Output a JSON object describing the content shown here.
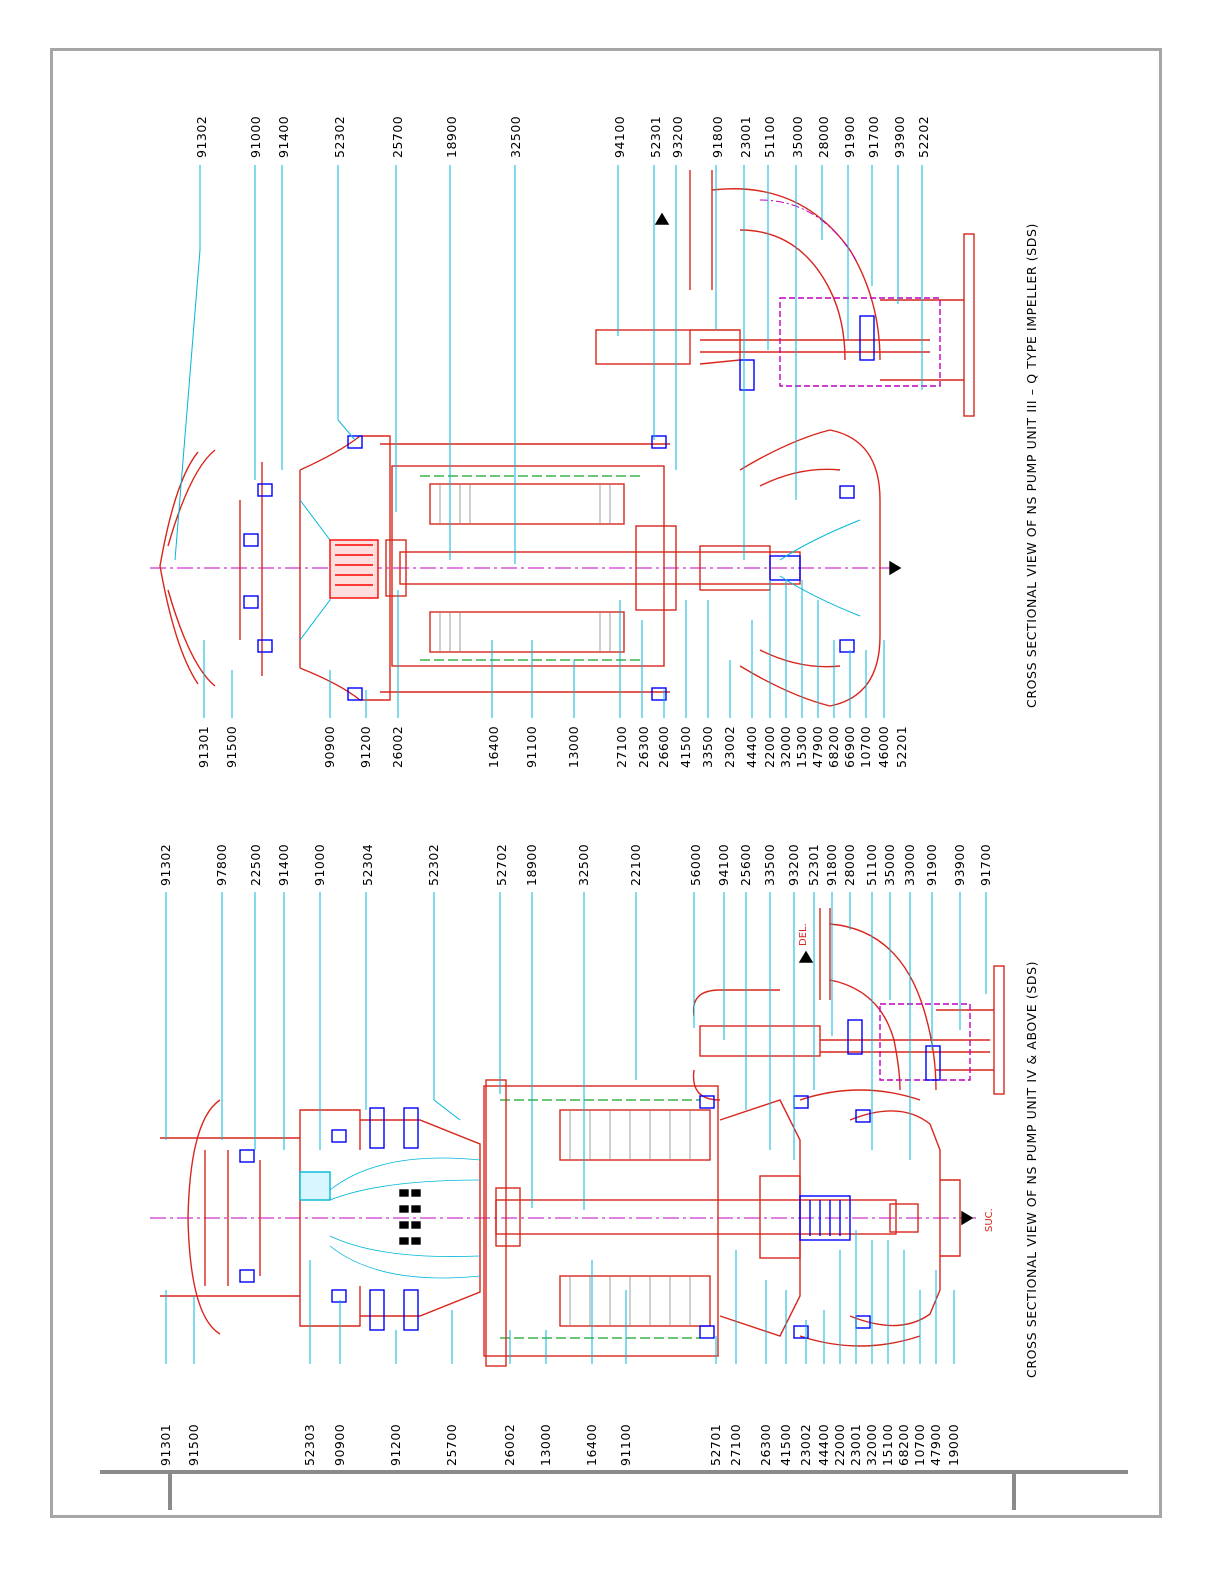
{
  "top_view": {
    "caption": "CROSS SECTIONAL VIEW OF NS PUMP UNIT III – Q TYPE IMPELLER (SDS)",
    "right_labels": [
      "91302",
      "91000",
      "91400",
      "52302",
      "25700",
      "18900",
      "32500",
      "94100",
      "52301",
      "93200",
      "91800",
      "23001",
      "51100",
      "35000",
      "28000",
      "91900",
      "91700",
      "93900",
      "52202"
    ],
    "left_labels": [
      "91301",
      "91500",
      "90900",
      "91200",
      "26002",
      "16400",
      "91100",
      "13000",
      "27100",
      "26300",
      "26600",
      "41500",
      "33500",
      "23002",
      "44400",
      "22000",
      "32000",
      "15300",
      "47900",
      "68200",
      "66900",
      "10700",
      "46000",
      "52201"
    ]
  },
  "bottom_view": {
    "caption": "CROSS SECTIONAL VIEW OF NS PUMP UNIT IV & ABOVE (SDS)",
    "right_labels": [
      "91302",
      "97800",
      "22500",
      "91400",
      "91000",
      "52304",
      "52302",
      "52702",
      "18900",
      "32500",
      "22100",
      "56000",
      "94100",
      "25600",
      "33500",
      "93200",
      "52301",
      "91800",
      "28000",
      "51100",
      "35000",
      "33000",
      "91900",
      "93900",
      "91700"
    ],
    "left_labels": [
      "91301",
      "91500",
      "52303",
      "90900",
      "91200",
      "25700",
      "26002",
      "13000",
      "16400",
      "91100",
      "52701",
      "27100",
      "26300",
      "41500",
      "23002",
      "44400",
      "22000",
      "23001",
      "32000",
      "15100",
      "68200",
      "10700",
      "47900",
      "19000"
    ],
    "del_tag": "DEL.",
    "suc_tag": "SUC."
  }
}
